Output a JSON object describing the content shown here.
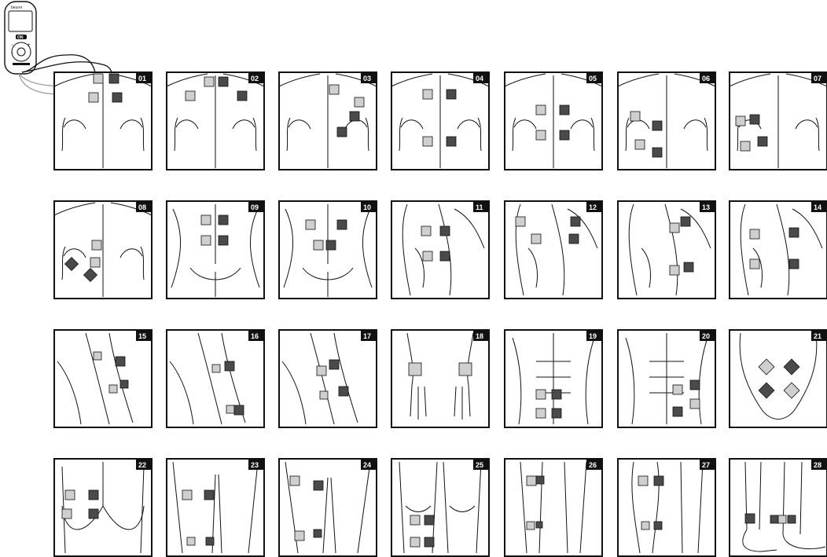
{
  "device": {
    "brand": "beurer",
    "button_label": "ON",
    "icons": [
      "power-icon",
      "plus-icon",
      "minus-icon",
      "left-arrow-icon",
      "right-arrow-icon"
    ]
  },
  "colors": {
    "light_electrode": "#cfcfcf",
    "dark_electrode": "#4a4a4a",
    "outline": "#111111",
    "label_bg": "#111111",
    "label_text": "#ffffff"
  },
  "panels": [
    {
      "number": "01",
      "body_part": "upper-back-shoulders"
    },
    {
      "number": "02",
      "body_part": "upper-back-shoulders"
    },
    {
      "number": "03",
      "body_part": "upper-back-shoulders"
    },
    {
      "number": "04",
      "body_part": "upper-back-shoulders"
    },
    {
      "number": "05",
      "body_part": "upper-back-shoulders"
    },
    {
      "number": "06",
      "body_part": "upper-back-shoulders"
    },
    {
      "number": "07",
      "body_part": "upper-back-shoulders"
    },
    {
      "number": "08",
      "body_part": "upper-back-shoulders"
    },
    {
      "number": "09",
      "body_part": "lower-back"
    },
    {
      "number": "10",
      "body_part": "lower-back"
    },
    {
      "number": "11",
      "body_part": "upper-arm"
    },
    {
      "number": "12",
      "body_part": "upper-arm"
    },
    {
      "number": "13",
      "body_part": "upper-arm"
    },
    {
      "number": "14",
      "body_part": "upper-arm"
    },
    {
      "number": "15",
      "body_part": "forearm"
    },
    {
      "number": "16",
      "body_part": "forearm"
    },
    {
      "number": "17",
      "body_part": "forearm"
    },
    {
      "number": "18",
      "body_part": "hands"
    },
    {
      "number": "19",
      "body_part": "abdomen"
    },
    {
      "number": "20",
      "body_part": "abdomen"
    },
    {
      "number": "21",
      "body_part": "pelvis"
    },
    {
      "number": "22",
      "body_part": "buttocks"
    },
    {
      "number": "23",
      "body_part": "thighs-back"
    },
    {
      "number": "24",
      "body_part": "thighs-front"
    },
    {
      "number": "25",
      "body_part": "knees"
    },
    {
      "number": "26",
      "body_part": "lower-legs"
    },
    {
      "number": "27",
      "body_part": "calves"
    },
    {
      "number": "28",
      "body_part": "ankles-feet"
    }
  ]
}
